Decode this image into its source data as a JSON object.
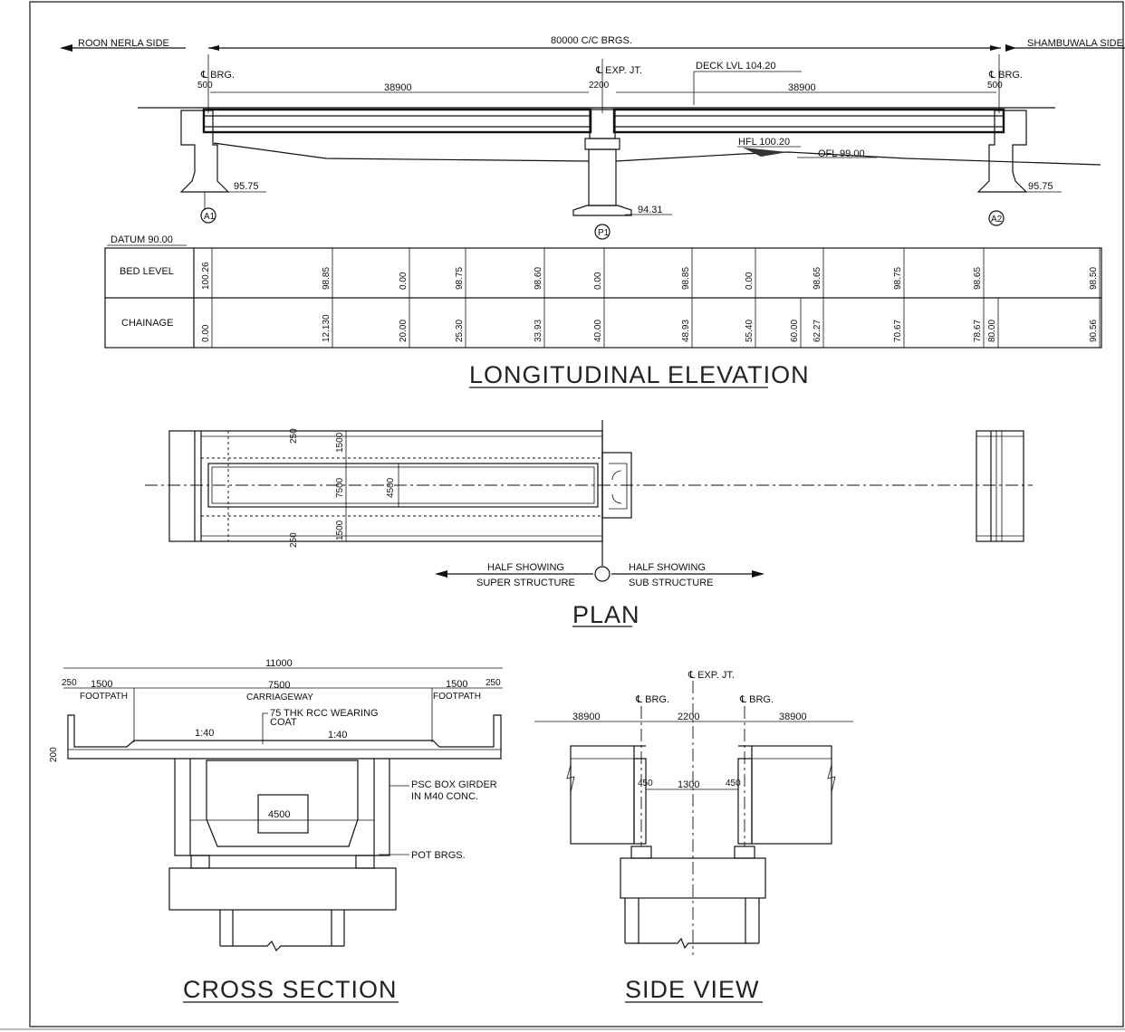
{
  "longitudinal": {
    "left_side": "ROON NERLA SIDE",
    "right_side": "SHAMBUWALA SIDE",
    "total_span": "80000 C/C BRGS.",
    "brg_label": "BRG.",
    "brg_offset": "500",
    "exp_jt_label": "EXP. JT.",
    "exp_jt_gap": "2200",
    "deck_level": "DECK LVL 104.20",
    "span1": "38900",
    "span2": "38900",
    "hfl": "HFL 100.20",
    "ofl": "OFL 99.00",
    "a1_level": "95.75",
    "a2_level": "95.75",
    "p1_level": "94.31",
    "a1": "A1",
    "p1": "P1",
    "a2": "A2",
    "datum": "DATUM 90.00",
    "row_bed": "BED LEVEL",
    "row_chainage": "CHAINAGE",
    "bed_levels": [
      "100.26",
      "98.85",
      "0.00",
      "98.75",
      "98.60",
      "0.00",
      "98.85",
      "0.00",
      "98.65",
      "98.75",
      "98.65",
      "98.50"
    ],
    "chainages": [
      "0.00",
      "12.130",
      "20.00",
      "25.30",
      "33.93",
      "40.00",
      "48.93",
      "55.40",
      "60.00",
      "62.27",
      "70.67",
      "78.67",
      "80.00",
      "90.56"
    ],
    "title": "LONGITUDINAL  ELEVATION"
  },
  "plan": {
    "dim_250_top": "250",
    "dim_1500_top": "1500",
    "dim_7500": "7500",
    "dim_4500": "4500",
    "dim_1500_bot": "1500",
    "dim_250_bot": "250",
    "half1_line1": "HALF SHOWING",
    "half1_line2": "SUPER STRUCTURE",
    "half2_line1": "HALF SHOWING",
    "half2_line2": "SUB STRUCTURE",
    "title": "PLAN"
  },
  "cross_section": {
    "overall": "11000",
    "edge_left": "250",
    "edge_right": "250",
    "fp_left_w": "1500",
    "fp_right_w": "1500",
    "footpath": "FOOTPATH",
    "cw_w": "7500",
    "carriageway": "CARRIAGEWAY",
    "wearing1": "75 THK RCC WEARING",
    "wearing2": "COAT",
    "slope_left": "1:40",
    "slope_right": "1:40",
    "depth": "200",
    "box1": "PSC BOX GIRDER",
    "box2": "IN M40 CONC.",
    "box_w": "4500",
    "pot": "POT BRGS.",
    "title": "CROSS  SECTION"
  },
  "side_view": {
    "exp_jt": "EXP. JT.",
    "brg_left": "BRG.",
    "brg_right": "BRG.",
    "span_left": "38900",
    "gap": "2200",
    "span_right": "38900",
    "d450_left": "450",
    "d1300": "1300",
    "d450_right": "450",
    "title": "SIDE  VIEW"
  }
}
